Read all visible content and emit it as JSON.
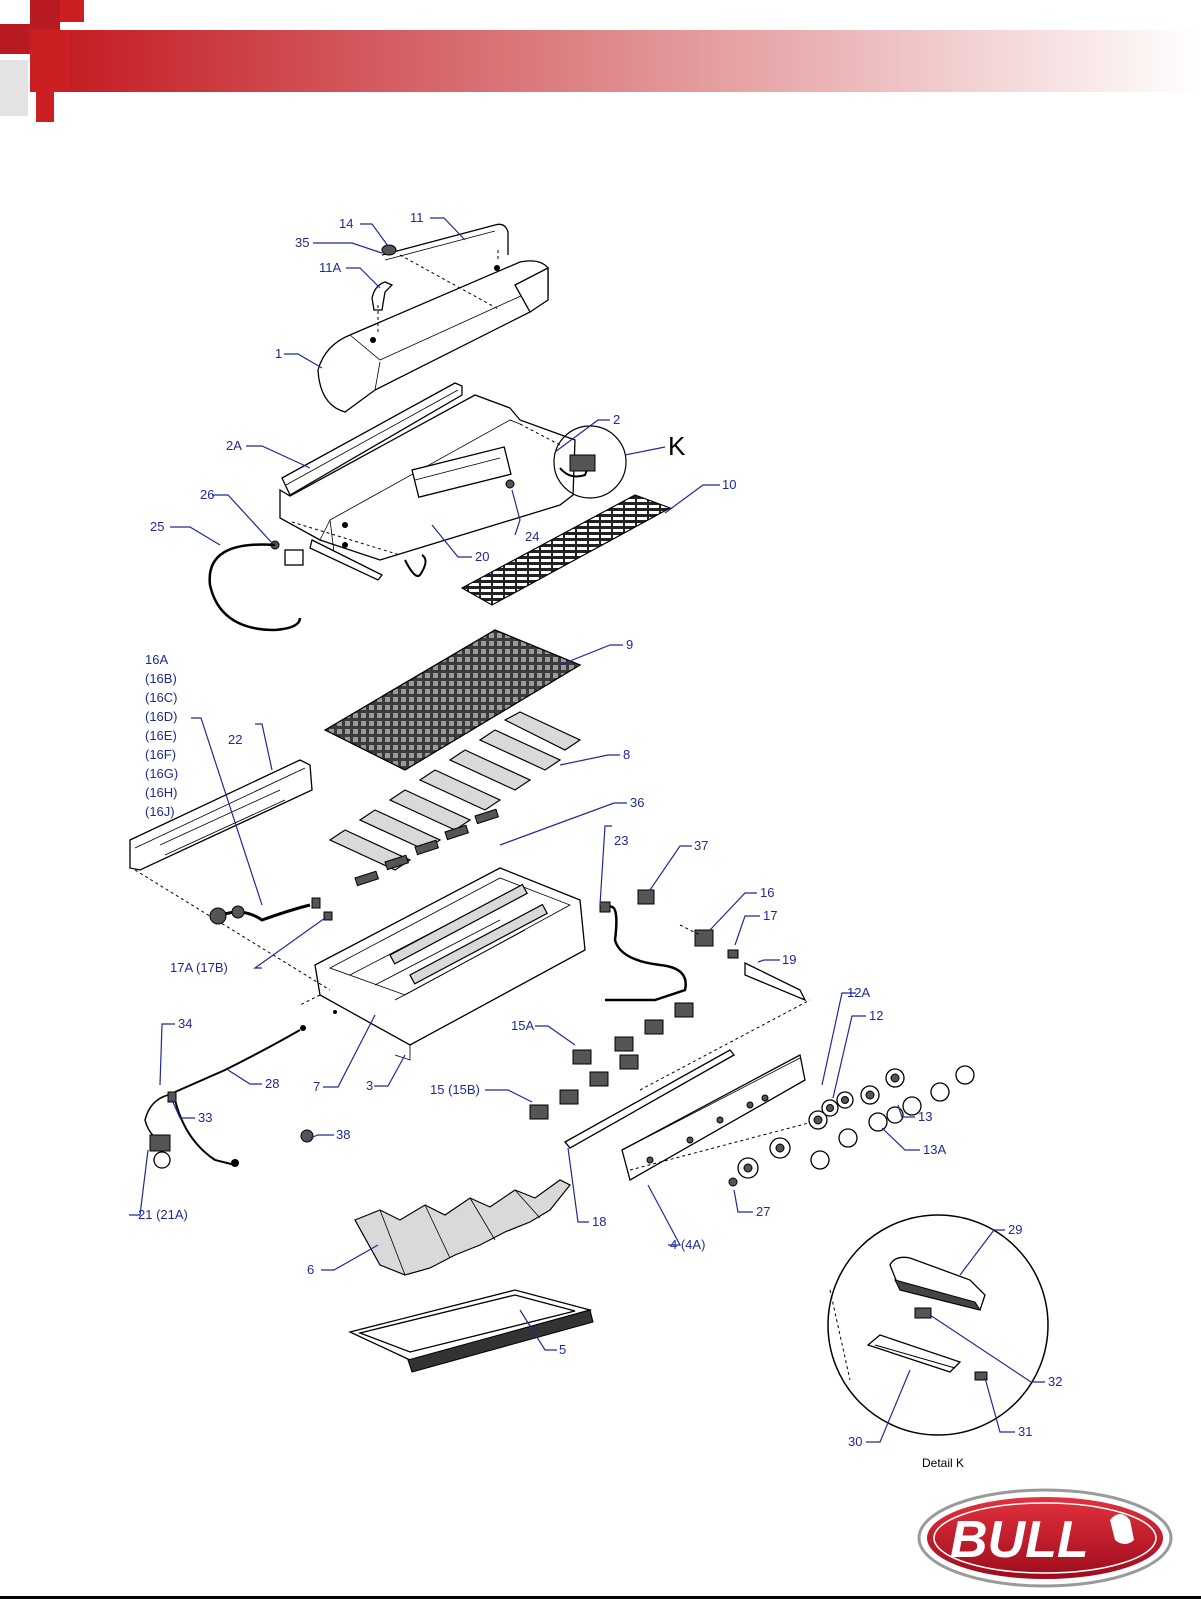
{
  "labels": {
    "l14": "14",
    "l11": "11",
    "l35": "35",
    "l11a": "11A",
    "l1": "1",
    "l2a": "2A",
    "l2": "2",
    "lk": "K",
    "l26": "26",
    "l10": "10",
    "l25": "25",
    "l24": "24",
    "l20": "20",
    "l9": "9",
    "l16a": "16A",
    "l16b": "(16B)",
    "l16c": "(16C)",
    "l16d": "(16D)",
    "l16e": "(16E)",
    "l16f": "(16F)",
    "l16g": "(16G)",
    "l16h": "(16H)",
    "l16j": "(16J)",
    "l22": "22",
    "l8": "8",
    "l36": "36",
    "l23": "23",
    "l37": "37",
    "l16": "16",
    "l17": "17",
    "l19": "19",
    "l17a": "17A (17B)",
    "l12a": "12A",
    "l12": "12",
    "l34": "34",
    "l15a": "15A",
    "l7": "7",
    "l3": "3",
    "l28": "28",
    "l33": "33",
    "l15": "15 (15B)",
    "l13": "13",
    "l38": "38",
    "l13a": "13A",
    "l27": "27",
    "l21": "21 (21A)",
    "l18": "18",
    "l4": "4 (4A)",
    "l6": "6",
    "l29": "29",
    "l5": "5",
    "l32": "32",
    "l31": "31",
    "l30": "30"
  },
  "detail_caption": "Detail K",
  "logo_text": "BULL",
  "colors": {
    "header_red": "#cc1f24",
    "label_blue": "#1e2a99",
    "logo_red": "#c8102e"
  }
}
